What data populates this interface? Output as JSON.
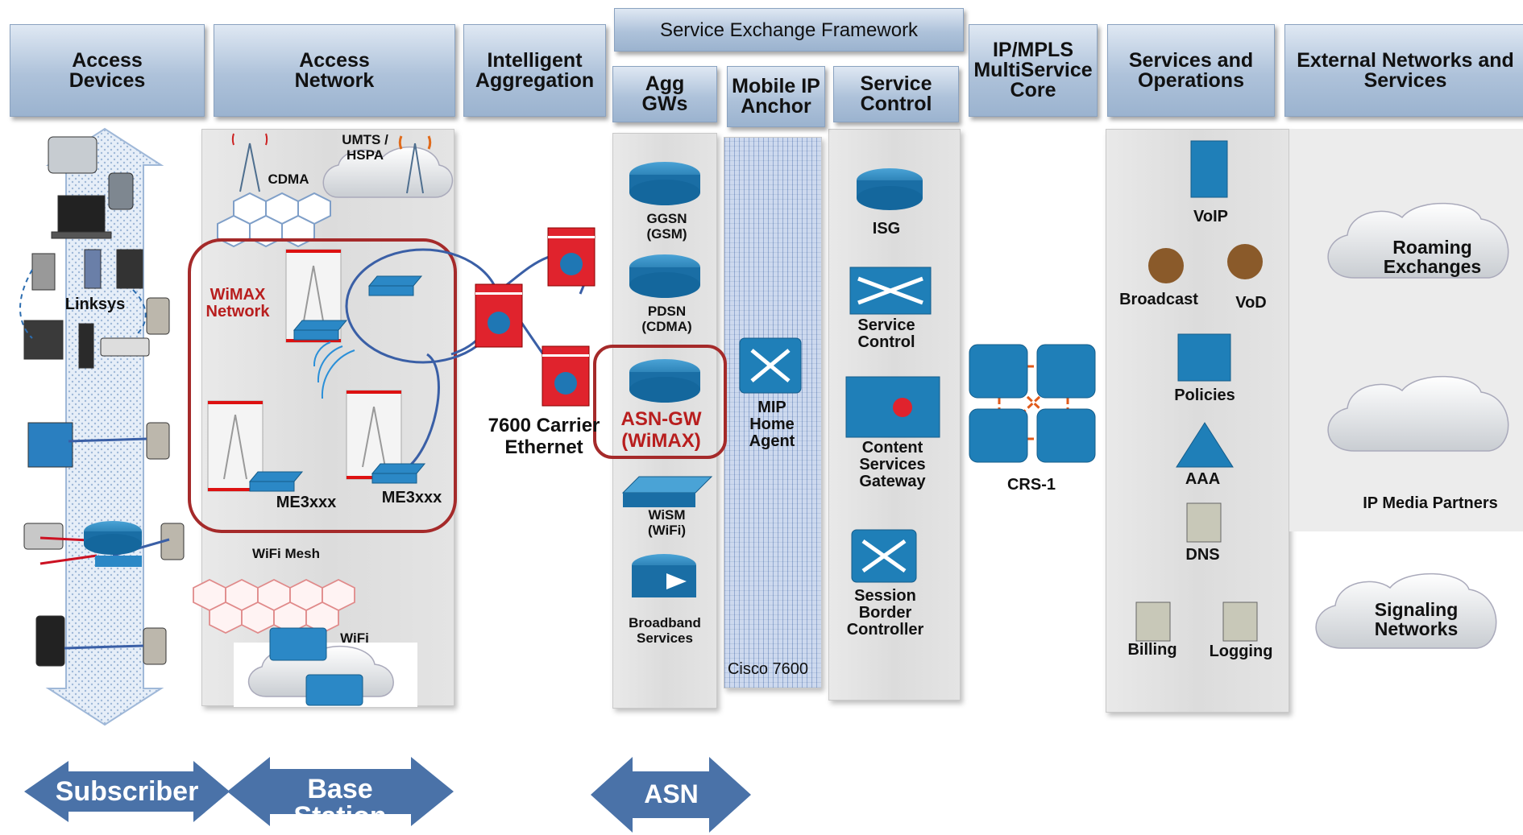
{
  "headers": {
    "sef": "Service Exchange Framework",
    "access_devices": "Access\nDevices",
    "access_network": "Access\nNetwork",
    "intelligent_aggregation": "Intelligent\nAggregation",
    "agg_gws": "Agg\nGWs",
    "mobile_ip_anchor": "Mobile IP\nAnchor",
    "service_control": "Service\nControl",
    "ipmpls": "IP/MPLS\nMultiService\nCore",
    "services_ops": "Services and\nOperations",
    "external": "External Networks and\nServices"
  },
  "access_devices": {
    "linksys": "Linksys"
  },
  "access_network": {
    "cdma": "CDMA",
    "umts": "UMTS /\nHSPA",
    "wimax": "WiMAX\nNetwork",
    "me3xxx_left": "ME3xxx",
    "me3xxx_right": "ME3xxx",
    "wifi_mesh": "WiFi Mesh",
    "wifi": "WiFi"
  },
  "aggregation": {
    "carrier_ethernet": "7600 Carrier\nEthernet"
  },
  "agg_gws": {
    "ggsn": "GGSN\n(GSM)",
    "pdsn": "PDSN\n(CDMA)",
    "asn_gw": "ASN-GW\n(WiMAX)",
    "wism": "WiSM\n(WiFi)",
    "broadband": "Broadband\nServices"
  },
  "mobile_ip": {
    "mip": "MIP\nHome\nAgent",
    "cisco7600": "Cisco 7600"
  },
  "service_control": {
    "isg": "ISG",
    "service_control": "Service\nControl",
    "csg": "Content\nServices\nGateway",
    "sbc": "Session\nBorder\nController"
  },
  "core": {
    "crs1": "CRS-1"
  },
  "services": {
    "voip": "VoIP",
    "broadcast": "Broadcast",
    "vod": "VoD",
    "policies": "Policies",
    "aaa": "AAA",
    "dns": "DNS",
    "billing": "Billing",
    "logging": "Logging"
  },
  "external": {
    "roaming": "Roaming\nExchanges",
    "ip_media": "IP Media Partners",
    "signaling": "Signaling\nNetworks"
  },
  "bottom": {
    "subscriber": "Subscriber",
    "base_station": "Base Station",
    "asn": "ASN"
  },
  "colors": {
    "header": "#aec2da",
    "accent_red": "#b81e1e",
    "icon_blue": "#1f7fb8",
    "arrow_blue": "#4a72a8"
  }
}
